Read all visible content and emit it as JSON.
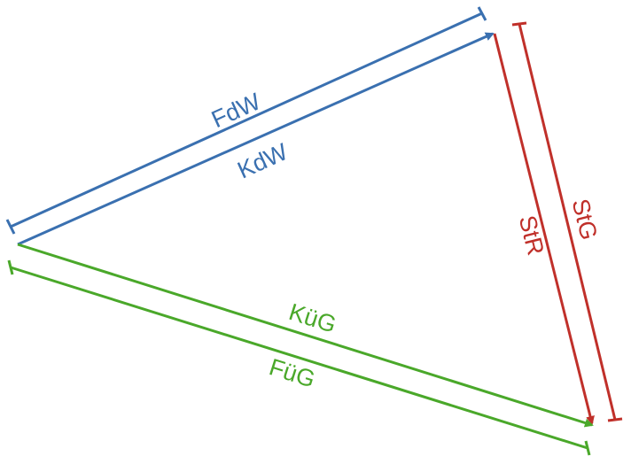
{
  "colors": {
    "blue": "#3a70b0",
    "red": "#c0302a",
    "green": "#4aa82a"
  },
  "vectors": {
    "kdw": {
      "label": "KdW",
      "color": "#3a70b0"
    },
    "str": {
      "label": "StR",
      "color": "#c0302a"
    },
    "kug": {
      "label": "KüG",
      "color": "#4aa82a"
    }
  },
  "dimensions": {
    "fdw": {
      "label": "FdW",
      "color": "#3a70b0"
    },
    "stg": {
      "label": "StG",
      "color": "#c0302a"
    },
    "fug": {
      "label": "FüG",
      "color": "#4aa82a"
    }
  }
}
